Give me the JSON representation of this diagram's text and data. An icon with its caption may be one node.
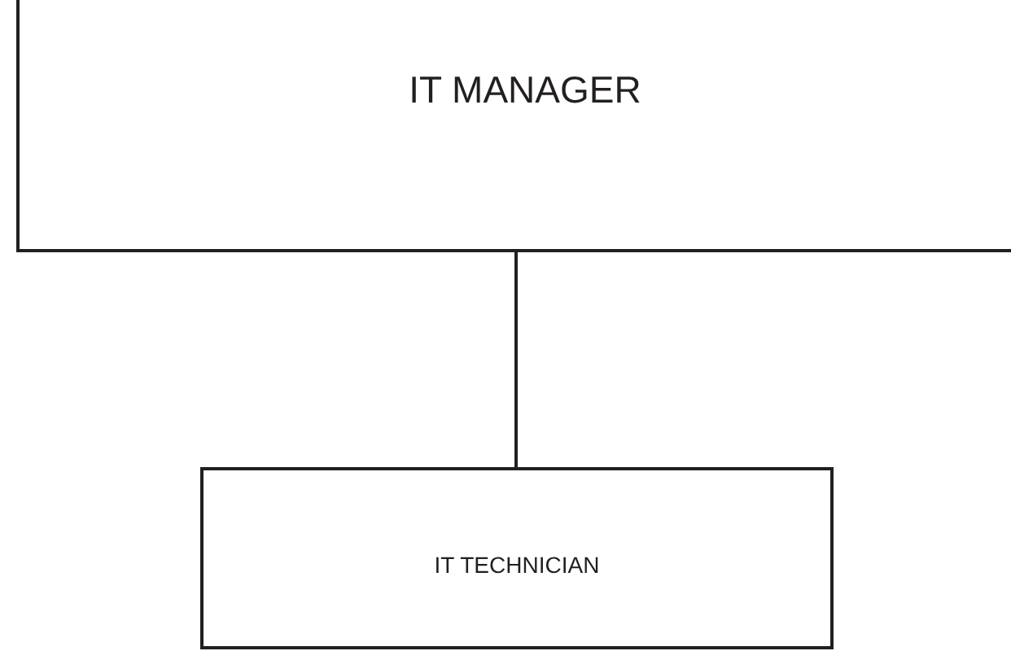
{
  "diagram": {
    "nodes": [
      {
        "text": [
          "IT MANAGER"
        ]
      },
      {
        "text": [
          "IT TECHNICIAN"
        ]
      }
    ],
    "edges": [
      {
        "from": 0,
        "to": 1,
        "arrow": "none"
      }
    ]
  }
}
